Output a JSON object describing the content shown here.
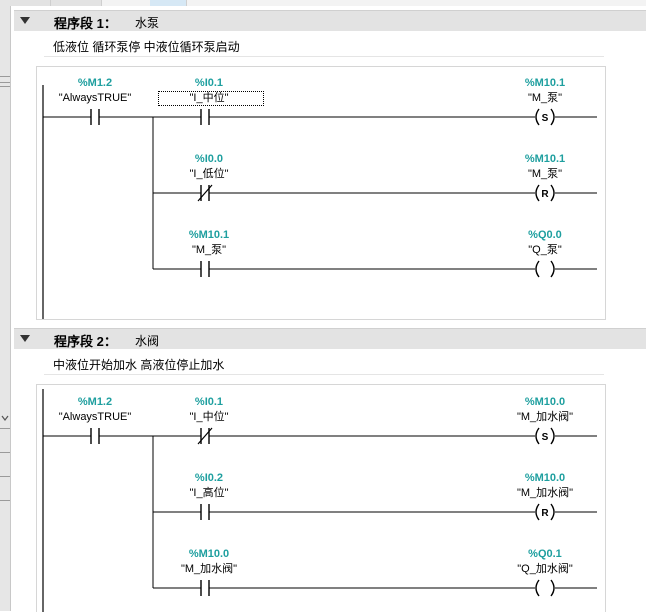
{
  "networks": [
    {
      "title": "程序段 1：",
      "subtitle": "水泵",
      "comment": "低液位 循环泵停  中液位循环泵启动",
      "rungs": [
        {
          "contacts": [
            {
              "address": "%M1.2",
              "tag": "\"AlwaysTRUE\"",
              "type": "NO"
            },
            {
              "address": "%I0.1",
              "tag": "\"I_中位\"",
              "type": "NO"
            }
          ],
          "coil": {
            "address": "%M10.1",
            "tag": "\"M_泵\"",
            "symbol": "S"
          }
        },
        {
          "contacts": [
            {
              "address": "%I0.0",
              "tag": "\"I_低位\"",
              "type": "NC"
            }
          ],
          "coil": {
            "address": "%M10.1",
            "tag": "\"M_泵\"",
            "symbol": "R"
          }
        },
        {
          "contacts": [
            {
              "address": "%M10.1",
              "tag": "\"M_泵\"",
              "type": "NO"
            }
          ],
          "coil": {
            "address": "%Q0.0",
            "tag": "\"Q_泵\"",
            "symbol": ""
          }
        }
      ]
    },
    {
      "title": "程序段 2：",
      "subtitle": "水阀",
      "comment": "中液位开始加水 高液位停止加水",
      "rungs": [
        {
          "contacts": [
            {
              "address": "%M1.2",
              "tag": "\"AlwaysTRUE\"",
              "type": "NO"
            },
            {
              "address": "%I0.1",
              "tag": "\"I_中位\"",
              "type": "NC"
            }
          ],
          "coil": {
            "address": "%M10.0",
            "tag": "\"M_加水阀\"",
            "symbol": "S"
          }
        },
        {
          "contacts": [
            {
              "address": "%I0.2",
              "tag": "\"I_高位\"",
              "type": "NO"
            }
          ],
          "coil": {
            "address": "%M10.0",
            "tag": "\"M_加水阀\"",
            "symbol": "R"
          }
        },
        {
          "contacts": [
            {
              "address": "%M10.0",
              "tag": "\"M_加水阀\"",
              "type": "NO"
            }
          ],
          "coil": {
            "address": "%Q0.1",
            "tag": "\"Q_加水阀\"",
            "symbol": ""
          }
        }
      ]
    }
  ],
  "colors": {
    "address": "#1e9f9f",
    "header_bg": "#e3e3e3",
    "line": "#000000"
  }
}
